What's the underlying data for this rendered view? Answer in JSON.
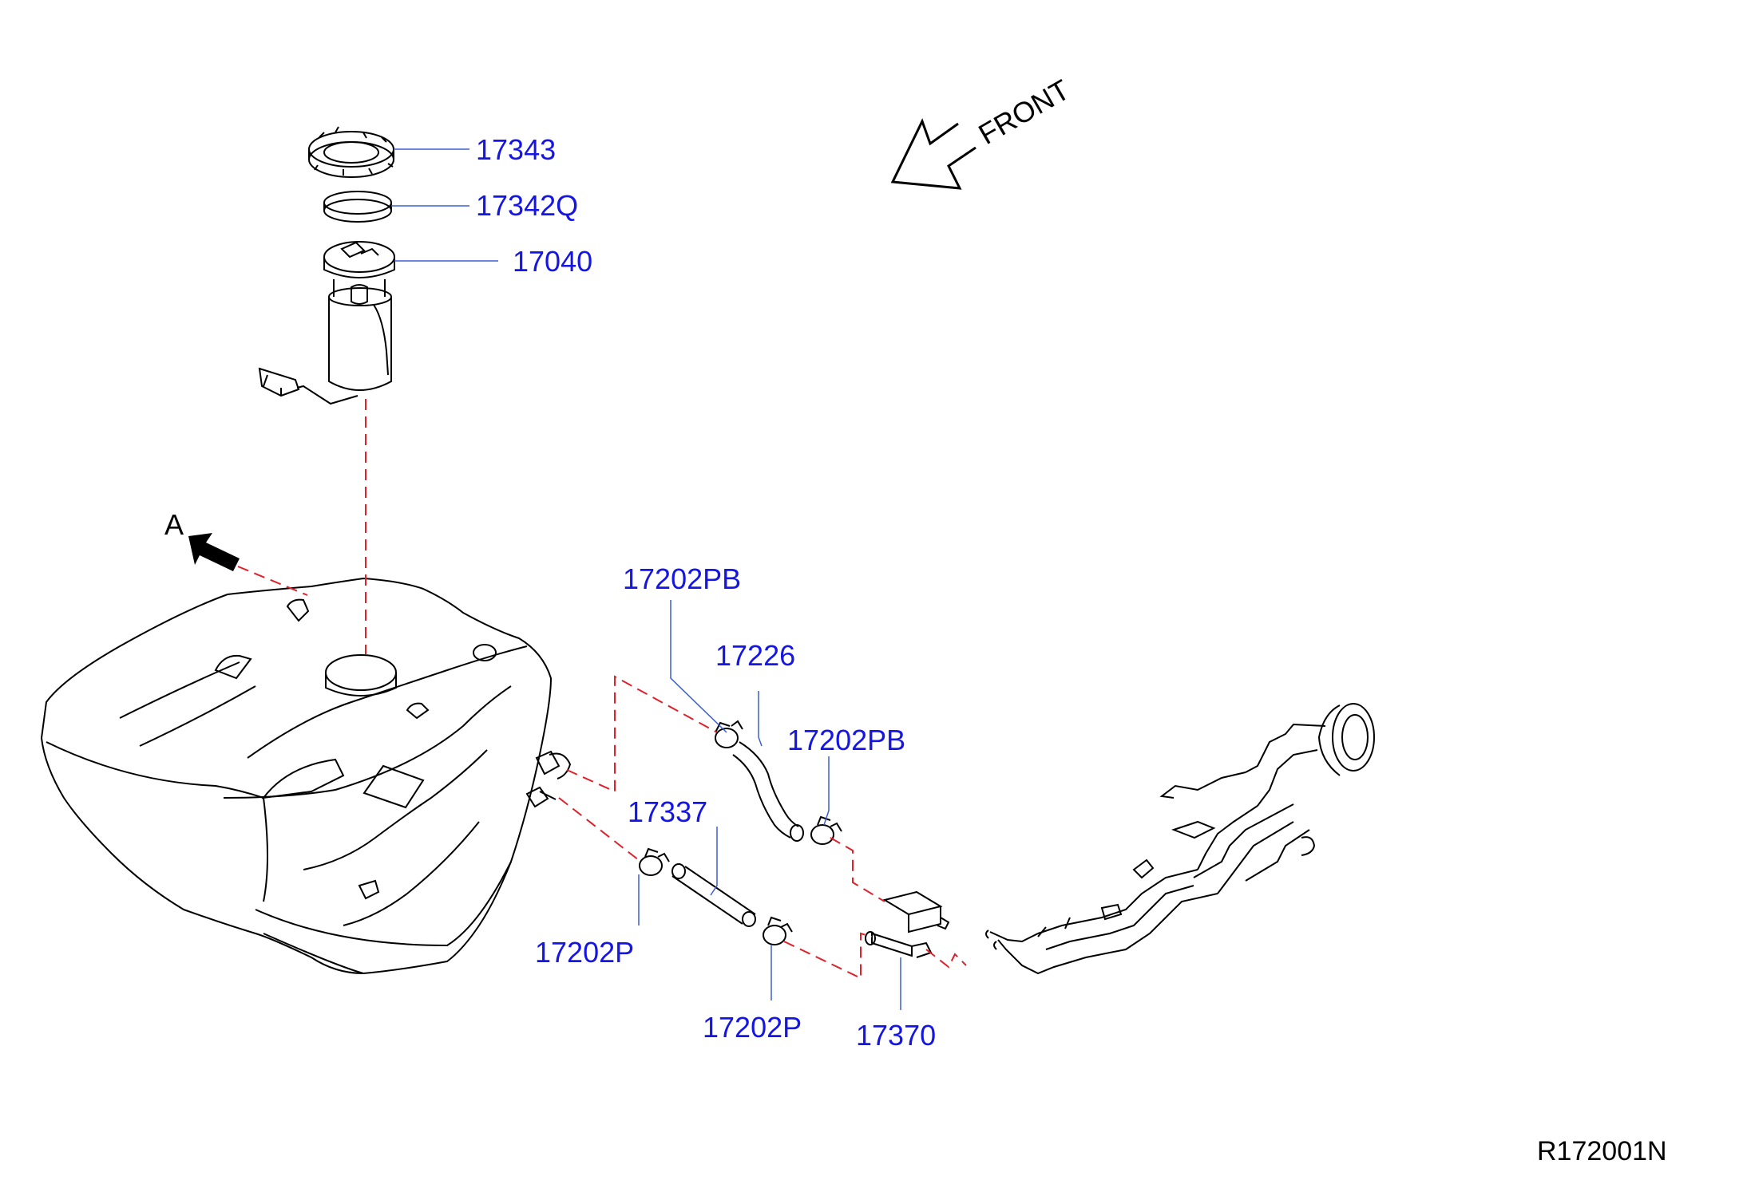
{
  "diagram": {
    "direction_label": "FRONT",
    "view_marker": "A",
    "reference_code": "R172001N",
    "colors": {
      "part_label": "#1515e6",
      "leader_line": "#3a5fd0",
      "assembly_line": "#e0202a",
      "outline": "#000000"
    },
    "parts": [
      {
        "id": "17343",
        "label": "17343"
      },
      {
        "id": "17342Q",
        "label": "17342Q"
      },
      {
        "id": "17040",
        "label": "17040"
      },
      {
        "id": "17202PB-upper",
        "label": "17202PB"
      },
      {
        "id": "17226",
        "label": "17226"
      },
      {
        "id": "17202PB-lower",
        "label": "17202PB"
      },
      {
        "id": "17337",
        "label": "17337"
      },
      {
        "id": "17202P-left",
        "label": "17202P"
      },
      {
        "id": "17202P-right",
        "label": "17202P"
      },
      {
        "id": "17370",
        "label": "17370"
      }
    ]
  }
}
